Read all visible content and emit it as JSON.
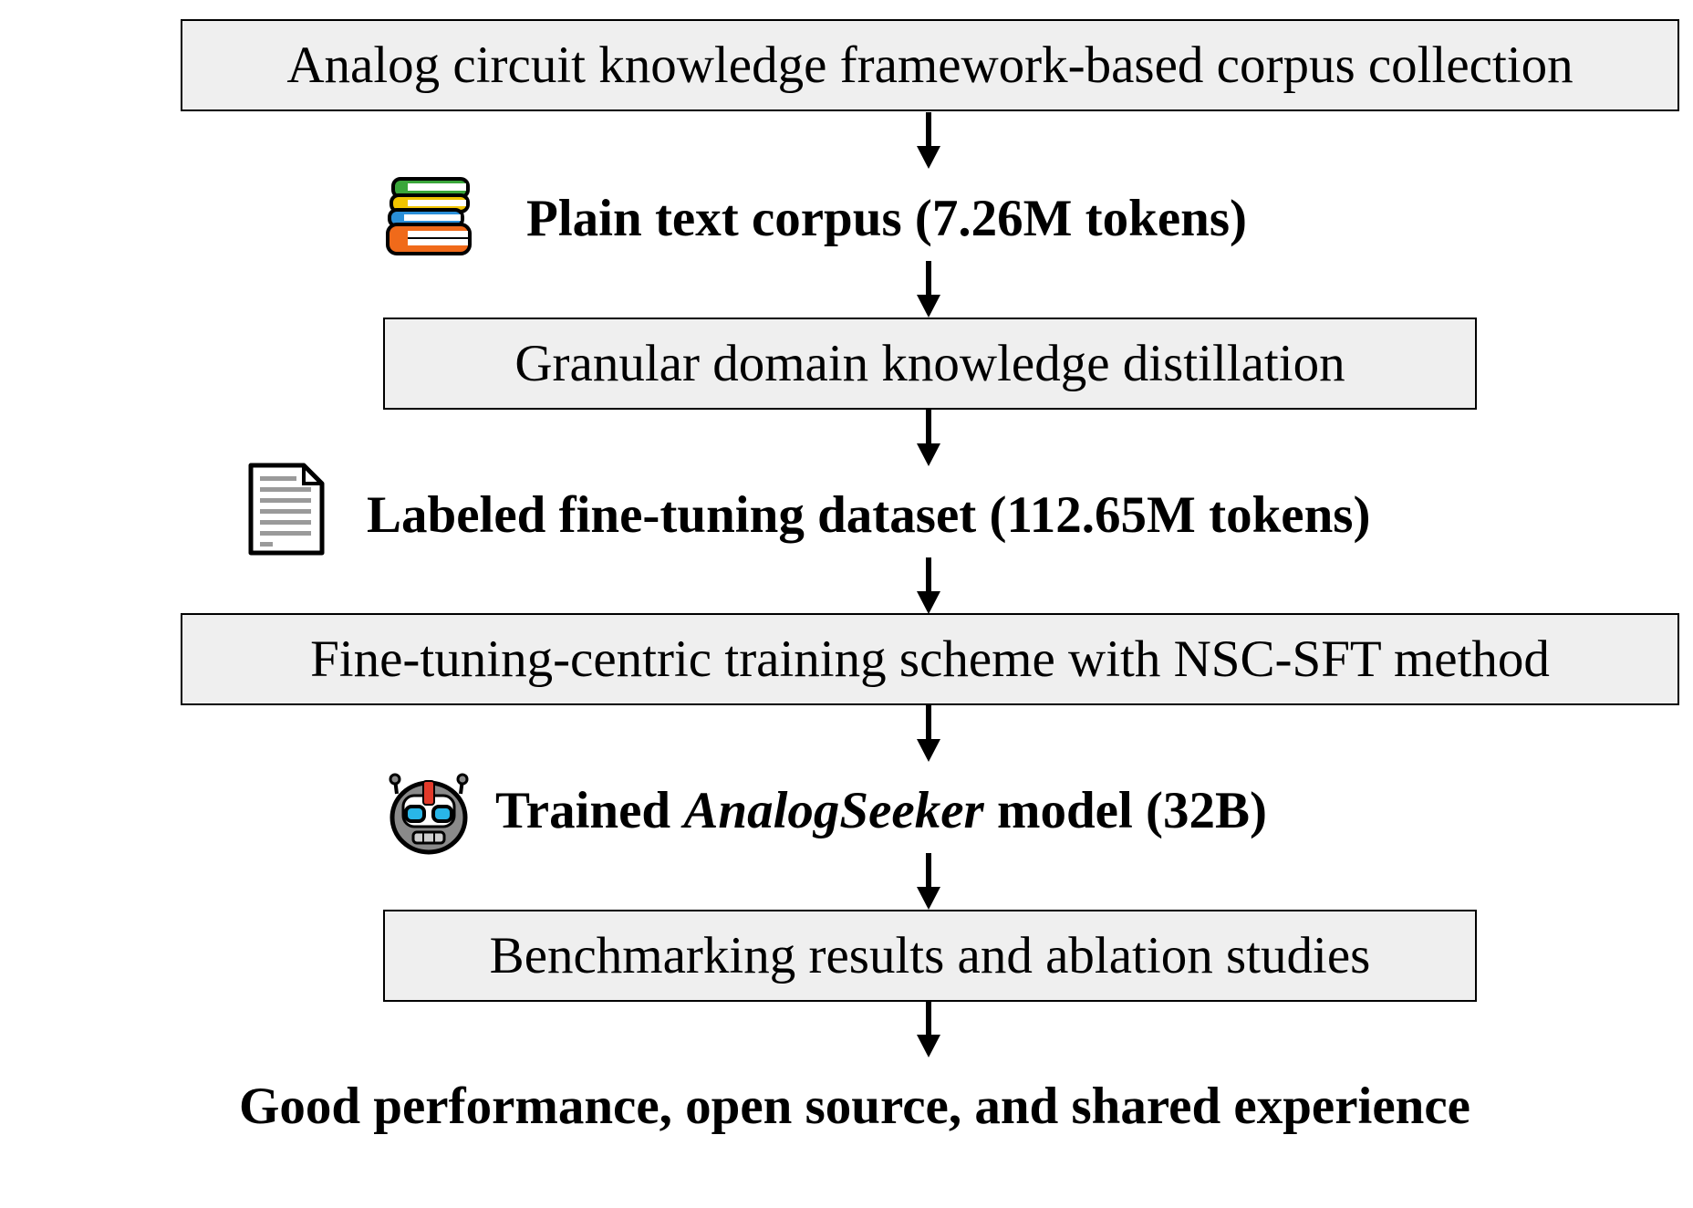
{
  "diagram": {
    "steps": [
      {
        "kind": "process",
        "text": "Analog circuit knowledge framework-based corpus collection"
      },
      {
        "kind": "output",
        "icon": "books-icon",
        "text": "Plain text corpus (7.26M tokens)"
      },
      {
        "kind": "process",
        "text": "Granular domain knowledge distillation"
      },
      {
        "kind": "output",
        "icon": "document-icon",
        "text": "Labeled fine-tuning dataset (112.65M tokens)"
      },
      {
        "kind": "process",
        "text": "Fine-tuning-centric training scheme with NSC-SFT method"
      },
      {
        "kind": "output",
        "icon": "robot-icon",
        "text_before": "Trained ",
        "text_italic": "AnalogSeeker",
        "text_after": " model (32B)"
      },
      {
        "kind": "process",
        "text": "Benchmarking results and ablation studies"
      },
      {
        "kind": "output",
        "text": "Good performance, open source, and shared experience"
      }
    ]
  },
  "colors": {
    "box_fill": "#efefef",
    "stroke": "#000000",
    "background": "#ffffff"
  }
}
